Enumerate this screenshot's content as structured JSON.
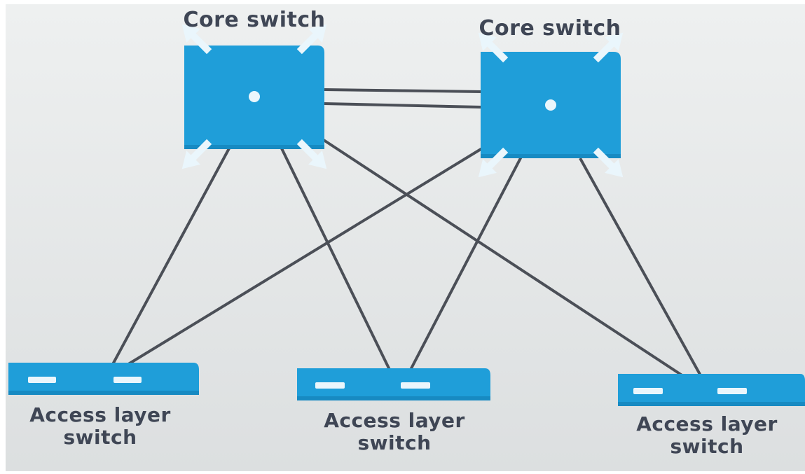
{
  "diagram": {
    "colors": {
      "background_top": "#eef0f0",
      "background_bottom": "#dcdfe0",
      "switch_blue": "#1f9ed9",
      "switch_blue_dark": "#178ac2",
      "arrow_fill": "#eaf6fc",
      "link_line": "#4b4f57",
      "label_text": "#3f4655"
    },
    "core_switches": [
      {
        "label": "Core switch",
        "icon": "core-switch-icon"
      },
      {
        "label": "Core switch",
        "icon": "core-switch-icon"
      }
    ],
    "access_switches": [
      {
        "label_line1": "Access layer",
        "label_line2": "switch",
        "icon": "access-switch-icon"
      },
      {
        "label_line1": "Access layer",
        "label_line2": "switch",
        "icon": "access-switch-icon"
      },
      {
        "label_line1": "Access layer",
        "label_line2": "switch",
        "icon": "access-switch-icon"
      }
    ],
    "links": [
      {
        "from": "core-1",
        "to": "core-2",
        "type": "uplink-pair"
      },
      {
        "from": "core-1",
        "to": "access-1"
      },
      {
        "from": "core-1",
        "to": "access-2"
      },
      {
        "from": "core-1",
        "to": "access-3"
      },
      {
        "from": "core-2",
        "to": "access-1"
      },
      {
        "from": "core-2",
        "to": "access-2"
      },
      {
        "from": "core-2",
        "to": "access-3"
      }
    ]
  }
}
